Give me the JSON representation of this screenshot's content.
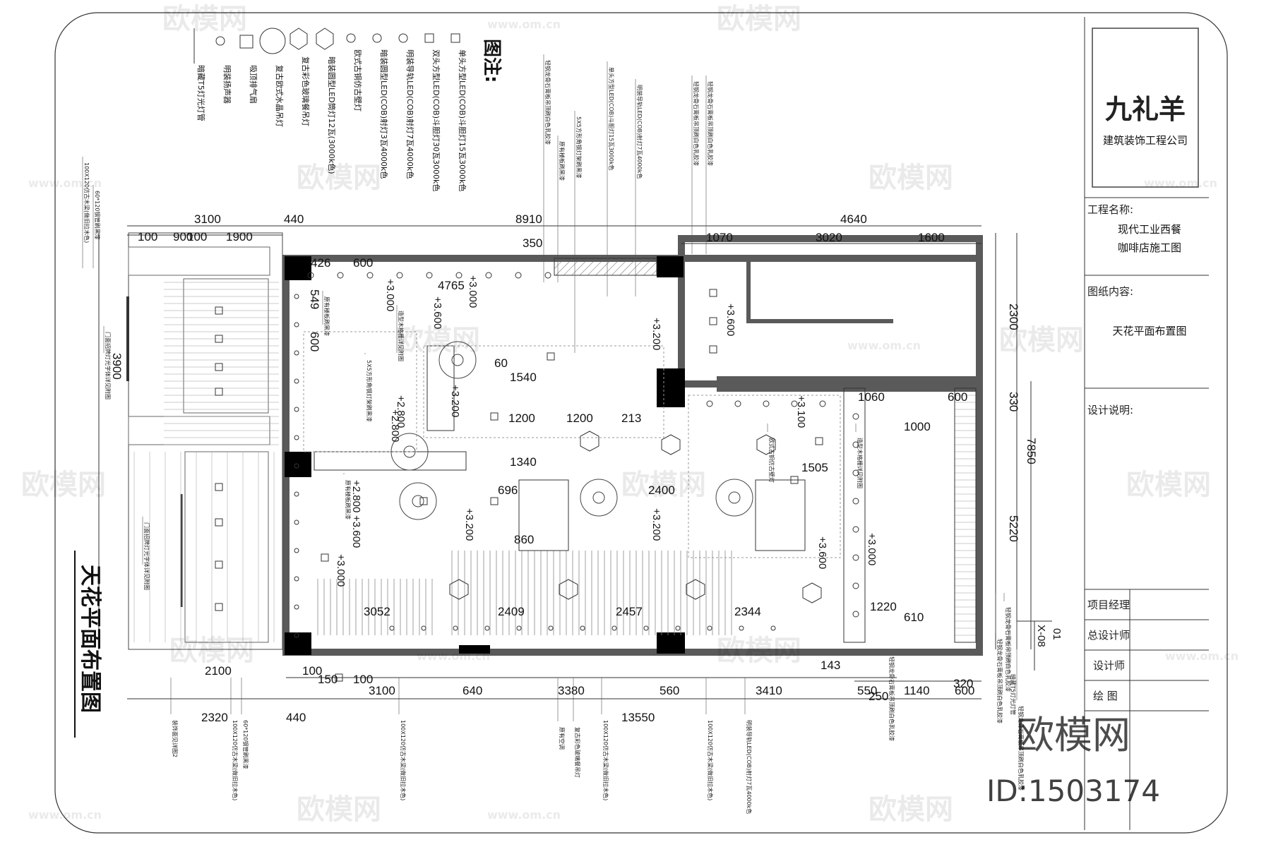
{
  "legend": {
    "title": "图注:",
    "items": [
      {
        "icon": "single-spot-light-icon",
        "label": "单头方型LED(COB)斗胆灯15瓦3000k色"
      },
      {
        "icon": "double-spot-light-icon",
        "label": "双头方型LED(COB)斗胆灯30瓦3000k色"
      },
      {
        "icon": "track-light-icon",
        "label": "明装导轨LED(COB)射灯7瓦4000k色"
      },
      {
        "icon": "downlight-icon",
        "label": "暗装圆型LED(COB)射灯3瓦4000k色"
      },
      {
        "icon": "wall-lamp-icon",
        "label": "欧式古铜仿古壁灯"
      },
      {
        "icon": "round-lamp-icon",
        "label": "暗装圆型LED筒灯12瓦(3000k色)"
      },
      {
        "icon": "pendant-lamp-icon",
        "label": "复古彩色玻璃餐吊灯"
      },
      {
        "icon": "chandelier-icon",
        "label": "复古欧式水晶吊灯"
      },
      {
        "icon": "exhaust-fan-icon",
        "label": "吸顶排气扇"
      },
      {
        "icon": "speaker-icon",
        "label": "明装扬声器"
      },
      {
        "icon": "t5-strip-icon",
        "label": "暗藏T5灯光灯管"
      }
    ]
  },
  "drawing_title": "天花平面布置图",
  "dimensions": {
    "top": [
      "3100",
      "440",
      "8910",
      "4640",
      "1070",
      "3020",
      "1600",
      "426",
      "600",
      "350",
      "4765"
    ],
    "top_small": [
      "100",
      "900",
      "100",
      "1900"
    ],
    "bottom": [
      "100",
      "150",
      "100",
      "3100",
      "640",
      "3380",
      "560",
      "3410",
      "1140",
      "600",
      "2100",
      "2320",
      "440",
      "13550",
      "550",
      "250",
      "320",
      "143"
    ],
    "right": [
      "2300",
      "330",
      "7850",
      "5220",
      "1060",
      "600"
    ],
    "left": [
      "3900",
      "549",
      "600"
    ],
    "inner": [
      "3052",
      "2409",
      "2457",
      "2344",
      "1200",
      "1200",
      "213",
      "2400",
      "1505",
      "1540",
      "1340",
      "1220",
      "1000",
      "610",
      "860",
      "60",
      "696"
    ]
  },
  "elevations": [
    "+3.000",
    "+3.600",
    "+3.200",
    "+2.800",
    "+3.100",
    "+3.000",
    "+3.600",
    "+3.200",
    "+2.800",
    "+3.600",
    "+3.000",
    "+3.200",
    "+2.800",
    "+3.600",
    "+3.000",
    "+3.200"
  ],
  "annotations": {
    "top": [
      "轻钢龙骨石膏板吊顶刷白色乳胶漆",
      "原有楼板刷黑漆",
      "5X5方形角钢灯架刷黑漆",
      "单头方型LED(COB)斗胆灯15瓦3000k色",
      "明装导轨LED(COB)射灯7瓦4000k色",
      "轻钢龙骨石膏板吊顶刷白色乳胶漆",
      "轻钢龙骨石膏板吊顶刷白色乳胶漆"
    ],
    "left": [
      "100X120仿古木梁(做旧拉木色)",
      "60*120钢管刷黑漆",
      "门面招牌灯光字体详见附图",
      "门面招牌灯光字体详见附图"
    ],
    "bottom": [
      "装饰面见详图2",
      "100X120仿古木梁(做旧拉木色)",
      "60*120钢管刷黑漆",
      "100X120仿古木梁(做旧拉木色)",
      "原有空调",
      "复古彩色玻璃餐吊灯",
      "100X120仿古木梁(做旧拉木色)",
      "100X120仿古木梁(做旧拉木色)",
      "明装导轨LED(COB)射灯7瓦4000k色",
      "轻钢龙骨石膏板吊顶刷白色乳胶漆"
    ],
    "right": [
      "轻钢龙骨石膏板吊顶刷白色乳胶漆",
      "轻钢龙骨石膏板吊顶刷白色乳胶漆",
      "暗藏T5灯光灯管",
      "轻钢龙骨石膏板吊顶刷白色乳胶漆"
    ],
    "interior": [
      "原有楼板刷黑漆",
      "5X5方形角钢灯架刷黑漆",
      "造型木格栅详见附图",
      "欧式古铜仿古壁灯",
      "造型木格栅详见附图",
      "原有楼板刷黑漆"
    ]
  },
  "section_marker": {
    "top": "01",
    "bottom": "X-08"
  },
  "title_block": {
    "company_logo": "九礼羊",
    "company_name": "建筑装饰工程公司",
    "project_label": "工程名称:",
    "project_line1": "现代工业西餐",
    "project_line2": "咖啡店施工图",
    "content_label": "图纸内容:",
    "content_value": "天花平面布置图",
    "notes_label": "设计说明:",
    "rows": [
      "项目经理",
      "总设计师",
      "设计师",
      "绘 图"
    ]
  },
  "watermark": {
    "brand": "欧模网",
    "url": "www.om.cn",
    "id": "ID:1503174"
  },
  "colors": {
    "wall": "#5a5a5a",
    "column": "#000000",
    "line": "#222222",
    "hatch": "#888888"
  }
}
